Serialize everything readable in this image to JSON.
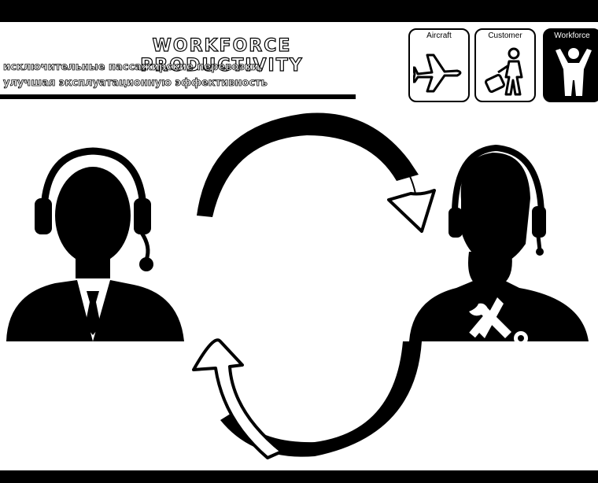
{
  "header": {
    "title": "WORKFORCE PRODUCTIVITY",
    "subtitle_line1": "исключительные пассажирские перевозки,",
    "subtitle_line2": "улучшая эксплуатационную эффективность"
  },
  "tabs": [
    {
      "label": "Aircraft",
      "icon": "airplane-icon",
      "active": false
    },
    {
      "label": "Customer",
      "icon": "traveler-icon",
      "active": false
    },
    {
      "label": "Workforce",
      "icon": "person-arms-up-icon",
      "active": true
    }
  ],
  "colors": {
    "ink": "#000000",
    "paper": "#ffffff"
  }
}
